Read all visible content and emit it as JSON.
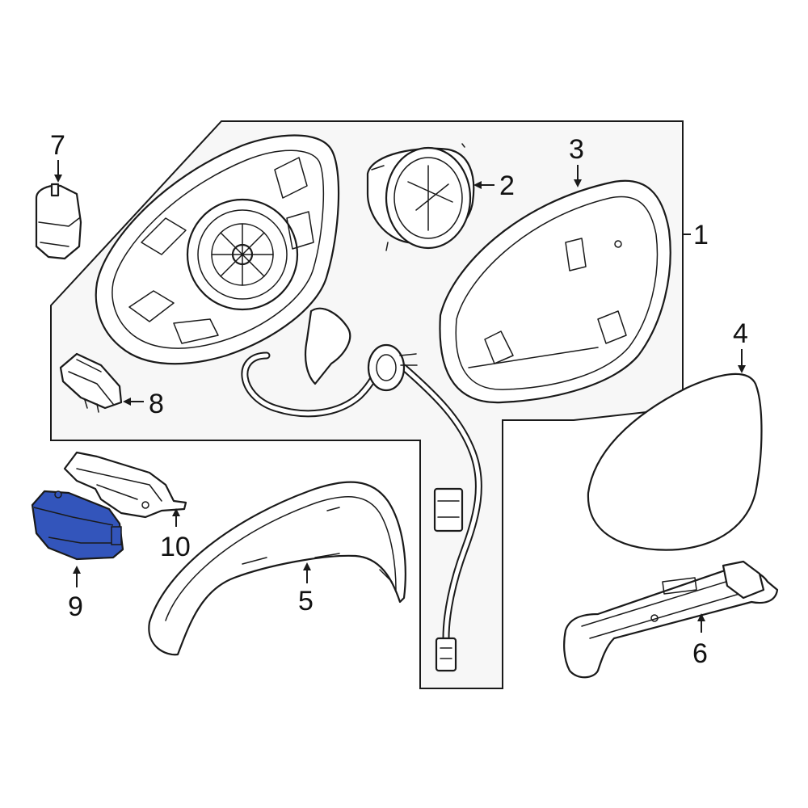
{
  "callouts": {
    "c1": "1",
    "c2": "2",
    "c3": "3",
    "c4": "4",
    "c5": "5",
    "c6": "6",
    "c7": "7",
    "c8": "8",
    "c9": "9",
    "c10": "10"
  },
  "colors": {
    "highlight": "#3355bb",
    "line": "#1a1a1a",
    "box_fill": "#f7f7f7"
  },
  "highlighted_part": "9"
}
